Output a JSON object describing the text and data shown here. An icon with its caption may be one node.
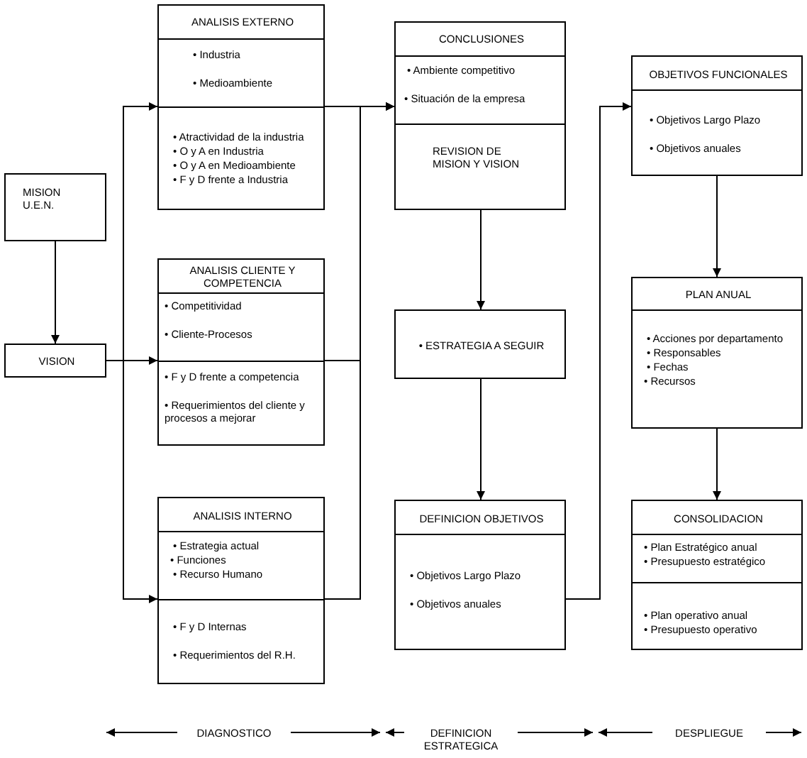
{
  "diagram": {
    "nodes": [
      {
        "text": [
          "MISION U.E.N."
        ]
      },
      {
        "text": [
          "VISION"
        ]
      },
      {
        "text": [
          "ANALISIS EXTERNO",
          "• Industria",
          "• Medioambiente",
          "• Atractividad de la industria",
          "• O y A en Industria",
          "• O y A en Medioambiente",
          "• F y D frente a Industria"
        ]
      },
      {
        "text": [
          "ANALISIS CLIENTE Y COMPETENCIA",
          "• Competitividad",
          "• Cliente-Procesos",
          "• F y D frente a competencia",
          "• Requerimientos del cliente y procesos a mejorar"
        ]
      },
      {
        "text": [
          "ANALISIS INTERNO",
          "• Estrategia actual",
          "• Funciones",
          "• Recurso Humano",
          "• F y D Internas",
          "• Requerimientos del R.H."
        ]
      },
      {
        "text": [
          "CONCLUSIONES",
          "• Ambiente competitivo",
          "• Situación de la empresa",
          "REVISION DE MISION Y VISION"
        ]
      },
      {
        "text": [
          "• ESTRATEGIA A SEGUIR"
        ]
      },
      {
        "text": [
          "DEFINICION OBJETIVOS",
          "• Objetivos Largo Plazo",
          "• Objetivos anuales"
        ]
      },
      {
        "text": [
          "OBJETIVOS FUNCIONALES",
          "• Objetivos Largo Plazo",
          "• Objetivos anuales"
        ]
      },
      {
        "text": [
          "PLAN ANUAL",
          "• Acciones por departamento",
          "• Responsables",
          "• Fechas",
          "• Recursos"
        ]
      },
      {
        "text": [
          "CONSOLIDACION",
          "• Plan Estratégico anual",
          "• Presupuesto estratégico",
          "• Plan operativo anual",
          "• Presupuesto operativo"
        ]
      }
    ],
    "edges": [
      {
        "from": 0,
        "to": 1,
        "arrow": "to"
      },
      {
        "from": 1,
        "to": 2,
        "arrow": "to"
      },
      {
        "from": 1,
        "to": 3,
        "arrow": "to"
      },
      {
        "from": 1,
        "to": 4,
        "arrow": "to"
      },
      {
        "from": 2,
        "to": 5,
        "arrow": "to"
      },
      {
        "from": 3,
        "to": 5,
        "arrow": "to"
      },
      {
        "from": 4,
        "to": 5,
        "arrow": "to"
      },
      {
        "from": 5,
        "to": 6,
        "arrow": "to"
      },
      {
        "from": 6,
        "to": 7,
        "arrow": "to"
      },
      {
        "from": 7,
        "to": 8,
        "arrow": "to"
      },
      {
        "from": 8,
        "to": 9,
        "arrow": "to"
      },
      {
        "from": 9,
        "to": 10,
        "arrow": "to"
      }
    ],
    "labels": [
      "DIAGNOSTICO",
      "DEFINICION ESTRATEGICA",
      "DESPLIEGUE"
    ]
  }
}
